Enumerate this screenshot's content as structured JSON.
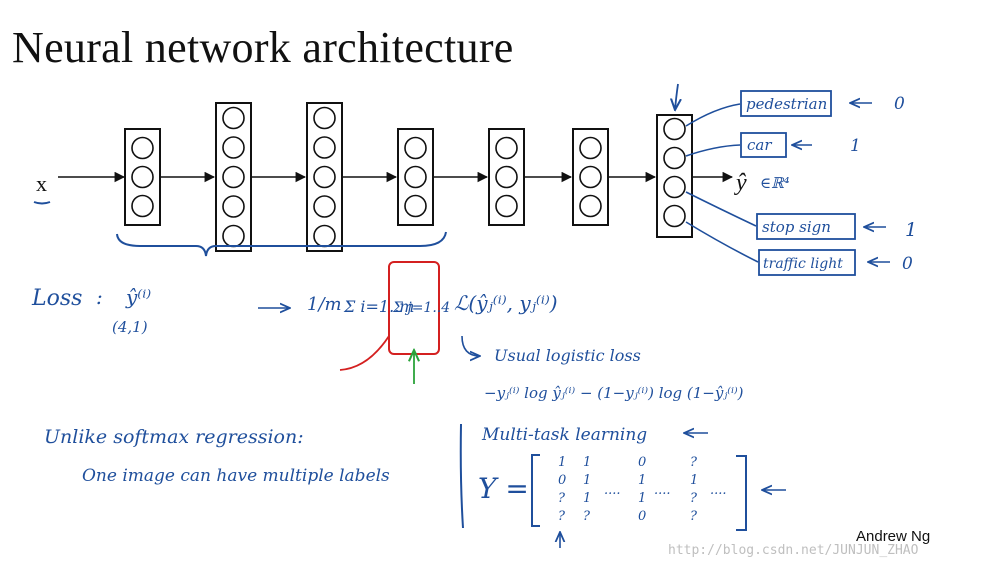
{
  "title": "Neural network architecture",
  "credit": "Andrew Ng",
  "watermark": "http://blog.csdn.net/JUNJUN_ZHAO",
  "network": {
    "input_label": "x",
    "output_label": "ŷ",
    "output_space": "∈ℝ⁴",
    "layers": [
      3,
      5,
      5,
      3,
      3,
      3,
      4
    ]
  },
  "labels": [
    {
      "name": "pedestrian",
      "value": "0"
    },
    {
      "name": "car",
      "value": "1"
    },
    {
      "name": "stop sign",
      "value": "1"
    },
    {
      "name": "traffic light",
      "value": "0"
    }
  ],
  "loss": {
    "label": "Loss",
    "target": "ŷ⁽ⁱ⁾",
    "shape": "(4,1)",
    "fraction": "1/m",
    "outer_sum": "Σ i=1..m",
    "inner_sum": "Σ j=1..4",
    "term": "ℒ(ŷⱼ⁽ⁱ⁾, yⱼ⁽ⁱ⁾)",
    "note": "Usual logistic loss",
    "formula": "−yⱼ⁽ⁱ⁾ log ŷⱼ⁽ⁱ⁾ − (1−yⱼ⁽ⁱ⁾) log (1−ŷⱼ⁽ⁱ⁾)"
  },
  "comparison": {
    "line1": "Unlike softmax regression:",
    "line2": "One image can have multiple labels"
  },
  "multitask": {
    "label": "Multi-task learning",
    "matrix_name": "Y =",
    "rows": [
      [
        "1",
        "1",
        "0",
        "?"
      ],
      [
        "0",
        "1",
        "1",
        "1"
      ],
      [
        "?",
        "1",
        "1",
        "?"
      ],
      [
        "?",
        "?",
        "0",
        "?"
      ]
    ],
    "ellipsis": "...."
  }
}
